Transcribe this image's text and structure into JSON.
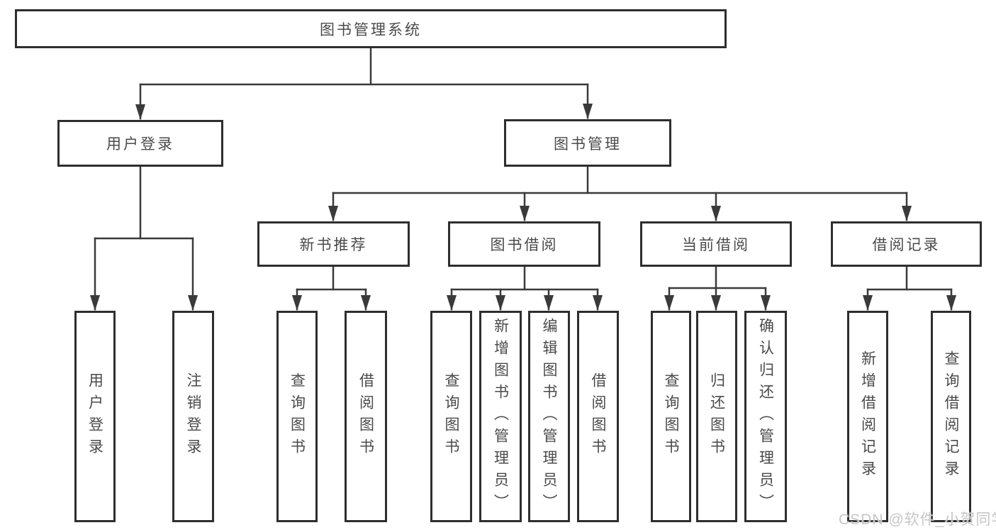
{
  "diagram": {
    "root": {
      "label": "图书管理系统"
    },
    "level2": [
      {
        "label": "用户登录"
      },
      {
        "label": "图书管理"
      }
    ],
    "level3": [
      {
        "label": "新书推荐"
      },
      {
        "label": "图书借阅"
      },
      {
        "label": "当前借阅"
      },
      {
        "label": "借阅记录"
      }
    ],
    "leaves": [
      {
        "label": "用户登录"
      },
      {
        "label": "注销登录"
      },
      {
        "label": "查询图书"
      },
      {
        "label": "借阅图书"
      },
      {
        "label": "查询图书"
      },
      {
        "label": "新增图书（管理员）"
      },
      {
        "label": "编辑图书（管理员）"
      },
      {
        "label": "借阅图书"
      },
      {
        "label": "查询图书"
      },
      {
        "label": "归还图书"
      },
      {
        "label": "确认归还（管理员）"
      },
      {
        "label": "新增借阅记录"
      },
      {
        "label": "查询借阅记录"
      }
    ]
  },
  "watermark": {
    "text": "CSDN @软件_小贺同学"
  },
  "colors": {
    "background": "#ffffff",
    "line": "#3a3a3a",
    "box_border": "#2e2e2e",
    "text": "#4a4a4a",
    "watermark": "#c6c6c6"
  }
}
